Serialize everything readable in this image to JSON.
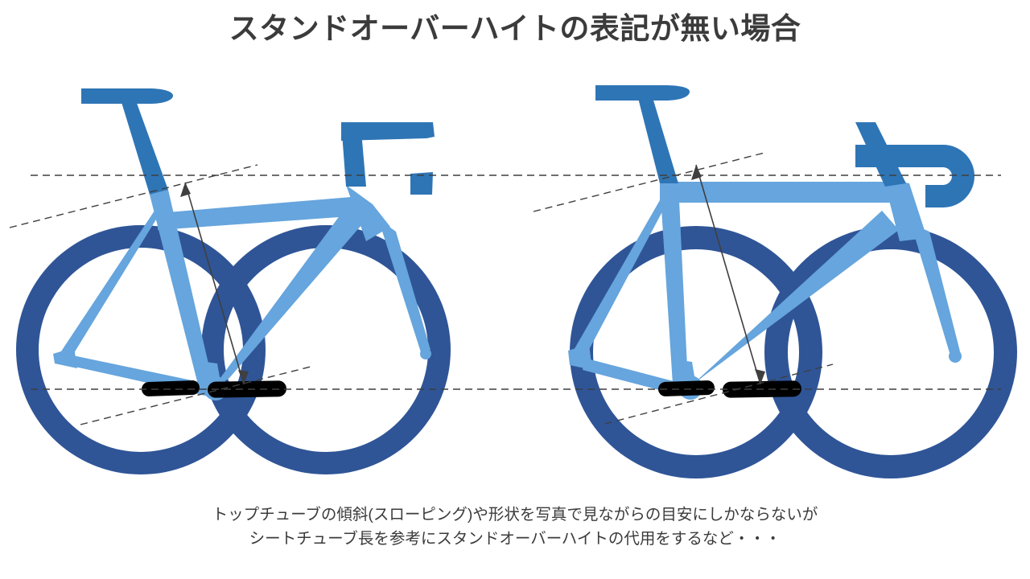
{
  "slide": {
    "title": "スタンドオーバーハイトの表記が無い場合",
    "caption_line1": "トップチューブの傾斜(スローピング)や形状を写真で見ながらの目安にしかならないが",
    "caption_line2": "シートチューブ長を参考にスタンドオーバーハイトの代用をするなど・・・",
    "background_color": "#ffffff",
    "title_color": "#3b3b3b",
    "caption_color": "#3b3b3b"
  },
  "palette": {
    "frame_light_blue": "#66a5dd",
    "frame_mid_blue": "#2e75b6",
    "wheel_dark_blue": "#2f5597",
    "pedal_black": "#000000",
    "guide_line": "#3f3f3f",
    "arrow": "#3f3f3f"
  },
  "diagram": {
    "type": "illustration",
    "subject": "two bicycle side-view silhouettes with standover-height measurement guides",
    "bikes": [
      {
        "id": "left-bike",
        "name": "sloping-top-tube-bike",
        "handlebar_style": "flat-riser-bar",
        "top_tube": "sloping",
        "saddle_label": "saddle",
        "wheel_count": 2,
        "pedal_count": 2
      },
      {
        "id": "right-bike",
        "name": "horizontal-top-tube-bike",
        "handlebar_style": "drop-bar",
        "top_tube": "horizontal",
        "saddle_label": "saddle",
        "wheel_count": 2,
        "pedal_count": 2
      }
    ],
    "guides": {
      "upper_horizontal_dashed": "top tube reference level",
      "lower_horizontal_dashed": "bottom bracket / pedal axle level",
      "sloped_dashed_upper": "top tube slope extension",
      "sloped_dashed_lower": "bottom bracket slope extension",
      "arrow": "standover height measurement (double-headed)"
    }
  }
}
